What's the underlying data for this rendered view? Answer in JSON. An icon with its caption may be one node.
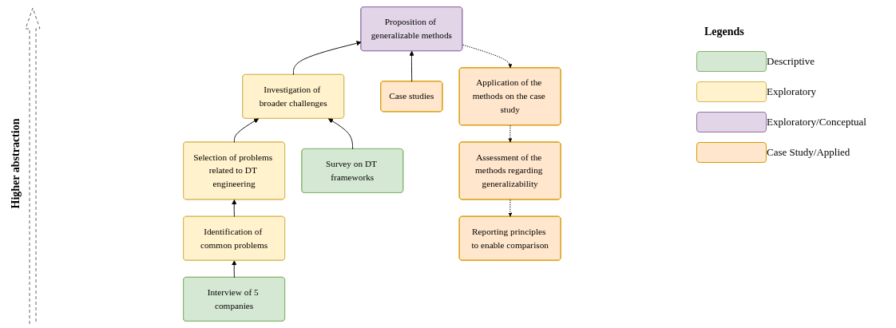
{
  "diagram": {
    "nodes": [
      {
        "text": [
          "Investigation of broader challenges"
        ]
      },
      {
        "text": [
          "Proposition of generalizable methods"
        ]
      },
      {
        "text": [
          "Selection of problems related to DT engineering"
        ]
      },
      {
        "text": [
          "Application of the methods on the case study"
        ]
      },
      {
        "text": [
          "Identification of common problems"
        ]
      },
      {
        "text": [
          "Assessment of the methods regarding generalizability"
        ]
      },
      {
        "text": [
          "Interview of 5 companies"
        ]
      },
      {
        "text": [
          "Survey on DT frameworks"
        ]
      },
      {
        "text": [
          "Reporting principles to enable comparison"
        ]
      },
      {
        "text": [
          "Case studies"
        ]
      }
    ],
    "edges": [
      {
        "from": 6,
        "to": 4,
        "arrow": "to"
      },
      {
        "from": 4,
        "to": 2,
        "arrow": "to"
      },
      {
        "from": 2,
        "to": 0,
        "arrow": "to"
      },
      {
        "from": 7,
        "to": 0,
        "arrow": "to"
      },
      {
        "from": 0,
        "to": 1,
        "arrow": "to"
      },
      {
        "from": 9,
        "to": 1,
        "arrow": "to"
      },
      {
        "from": 1,
        "to": 3,
        "arrow": "to",
        "style": "dashed"
      },
      {
        "from": 3,
        "to": 5,
        "arrow": "to",
        "style": "dashed"
      },
      {
        "from": 5,
        "to": 8,
        "arrow": "to",
        "style": "dashed"
      }
    ],
    "labels": [
      "Higher abstraction",
      "Legends"
    ],
    "legend": [
      {
        "text": "Descriptive",
        "color": "#d5e8d4"
      },
      {
        "text": "Exploratory",
        "color": "#fff2cc"
      },
      {
        "text": "Exploratory/Conceptual",
        "color": "#e1d5e7"
      },
      {
        "text": "Case Study/Applied",
        "color": "#ffe6cc"
      }
    ]
  }
}
